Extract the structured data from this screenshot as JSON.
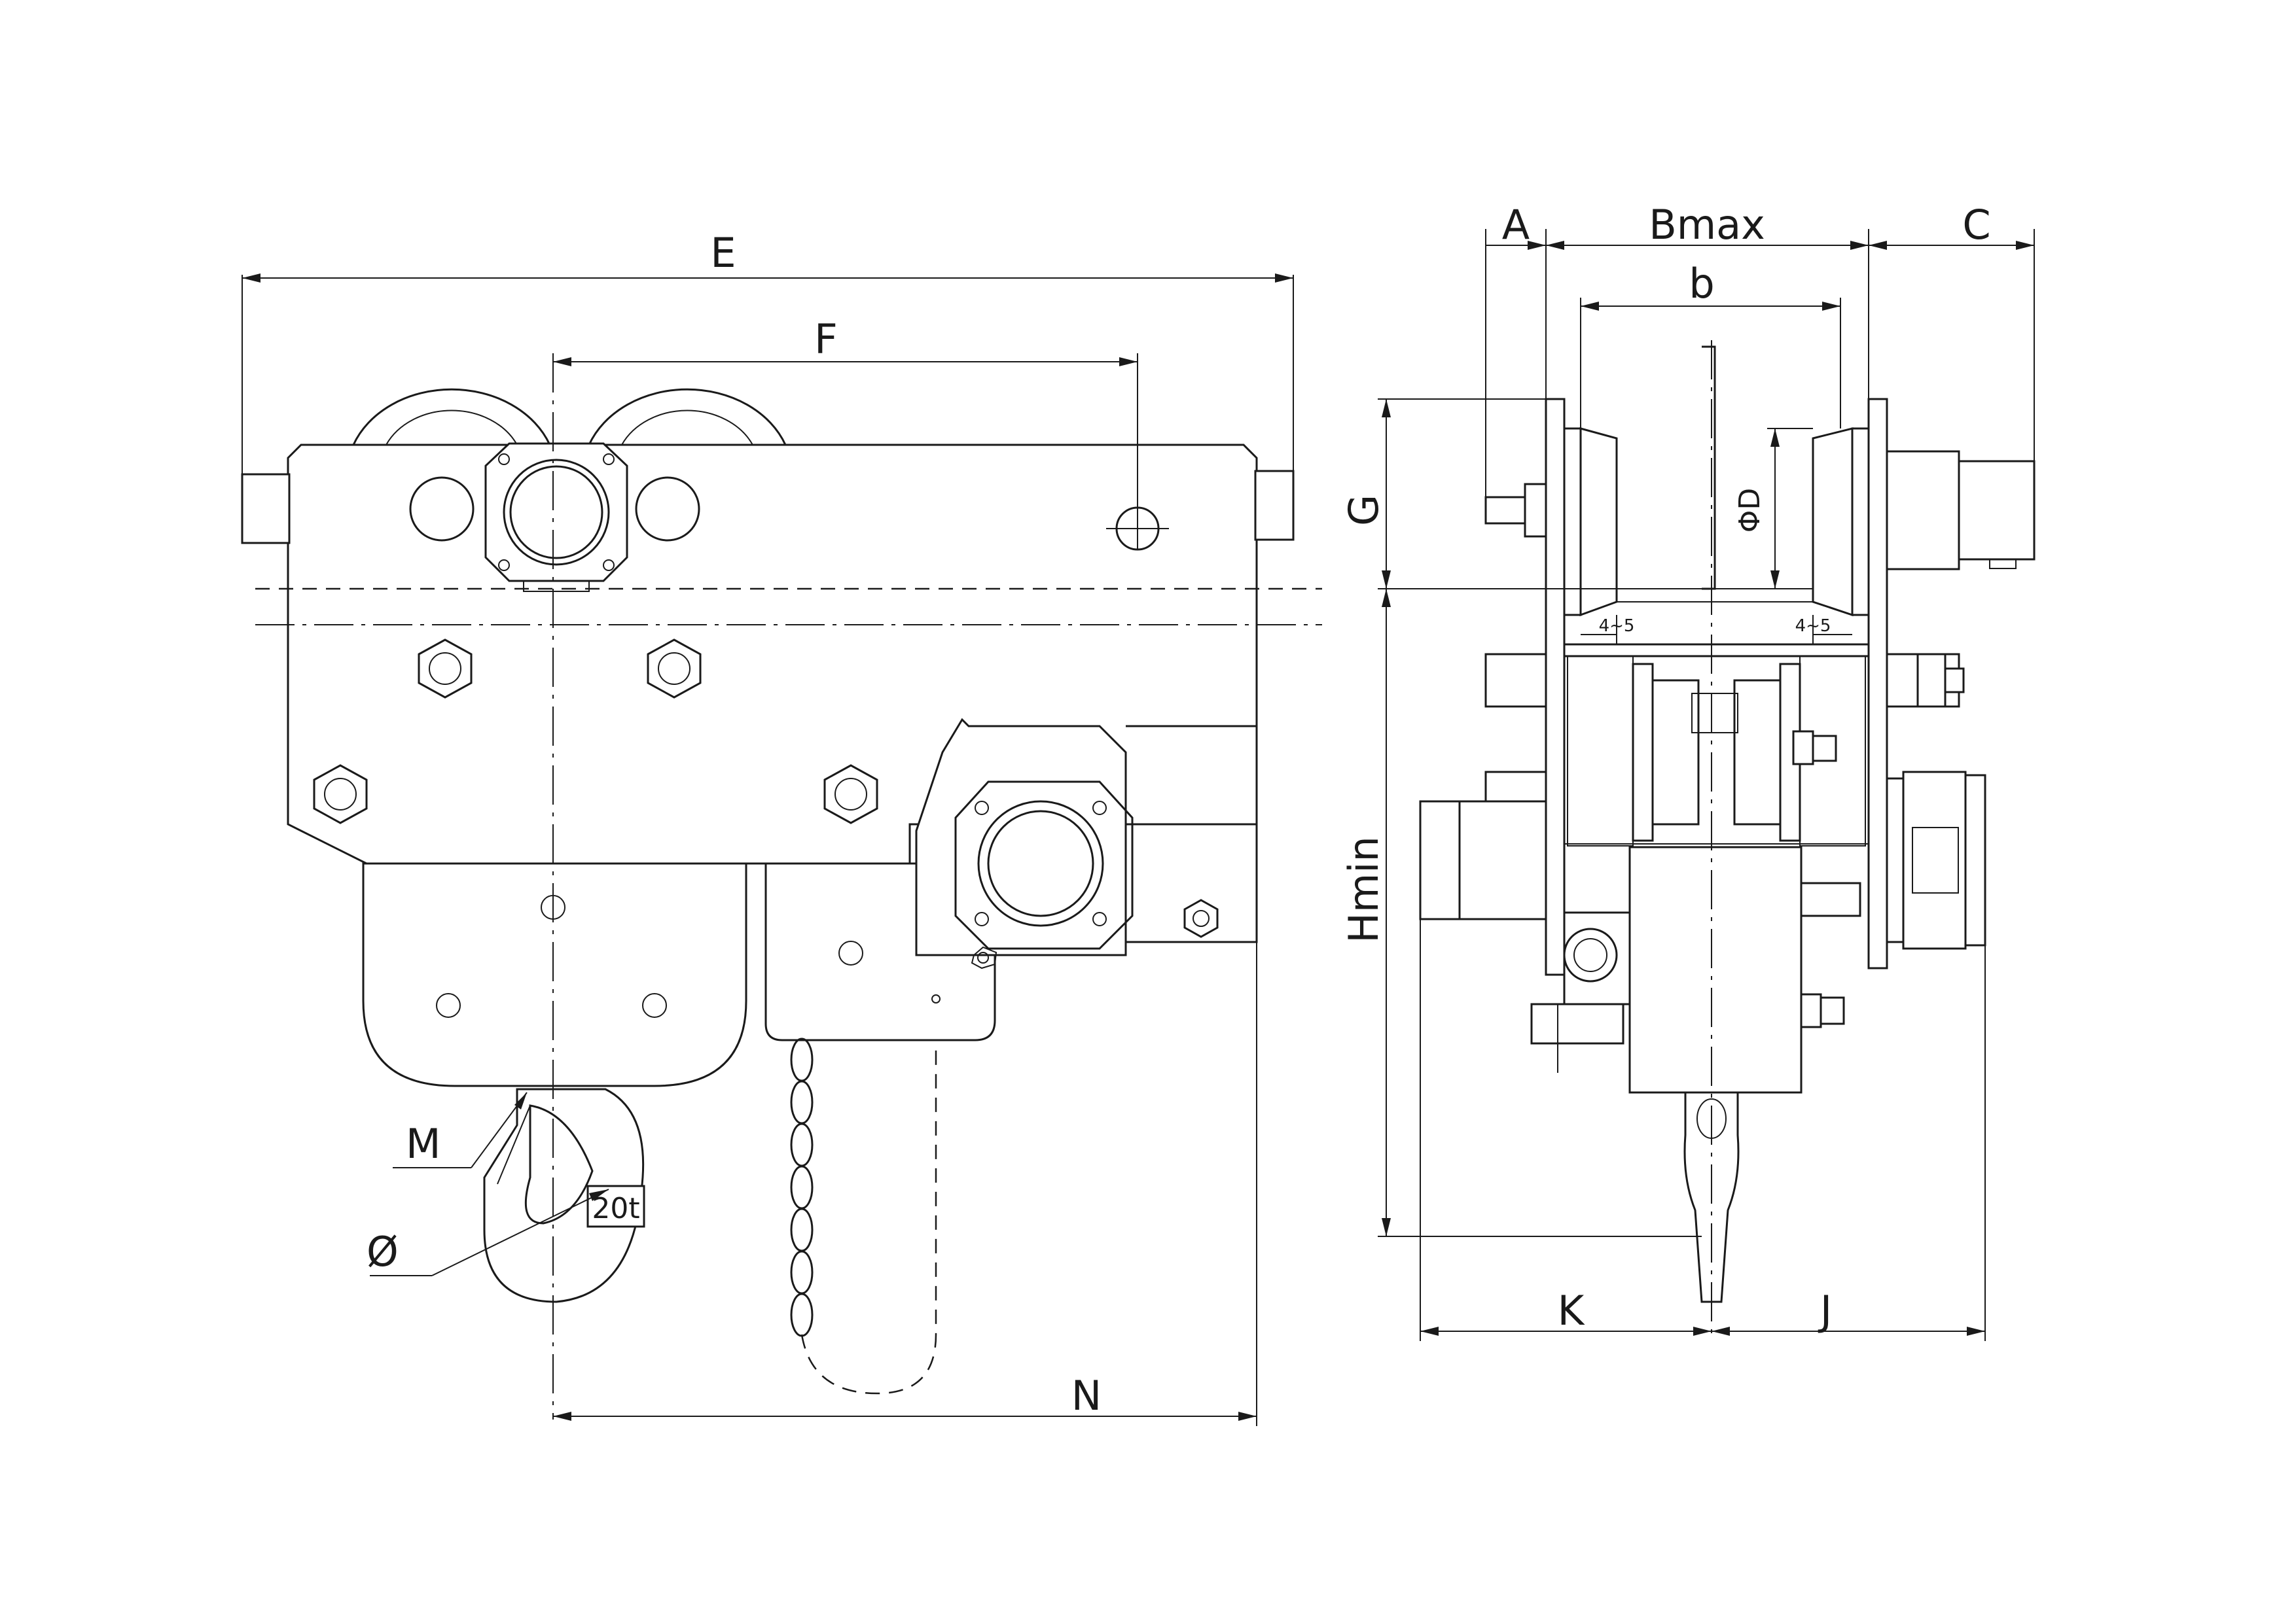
{
  "labels": {
    "E": "E",
    "F": "F",
    "N": "N",
    "M": "M",
    "phi": "Ø",
    "capacity": "20t",
    "A": "A",
    "Bmax": "Bmax",
    "C": "C",
    "b": "b",
    "G": "G",
    "D": "ΦD",
    "gap_left": "4~5",
    "gap_right": "4~5",
    "Hmin": "Hmin",
    "K": "K",
    "J": "J"
  }
}
